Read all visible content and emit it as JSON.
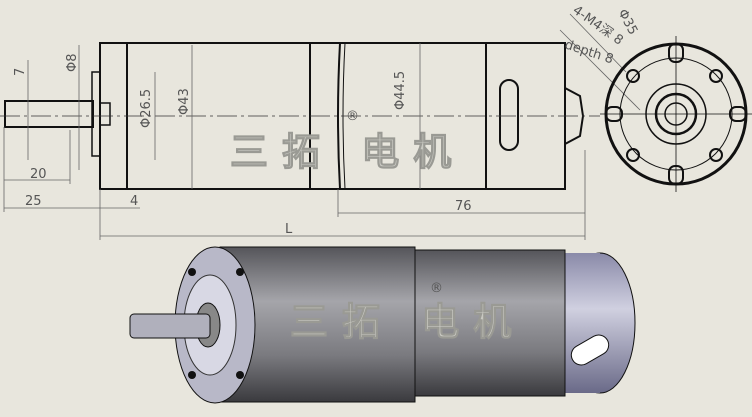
{
  "watermark": {
    "text": "三拓 电机",
    "mark": "®"
  },
  "dimensions": {
    "shaft_flat": "7",
    "shaft_dia": "Φ8",
    "boss_dia": "Φ26.5",
    "gearbox_dia": "Φ43",
    "motor_dia": "Φ44.5",
    "shaft_len_flat": "20",
    "shaft_len": "25",
    "flange": "4",
    "motor_len": "76",
    "total_len": "L",
    "hole_pcd": "Φ35",
    "holes": "4-M4深 8",
    "depth": "depth 8"
  },
  "colors": {
    "background": "#e8e6dd",
    "line": "#111111",
    "body": "#8a8a8e"
  }
}
